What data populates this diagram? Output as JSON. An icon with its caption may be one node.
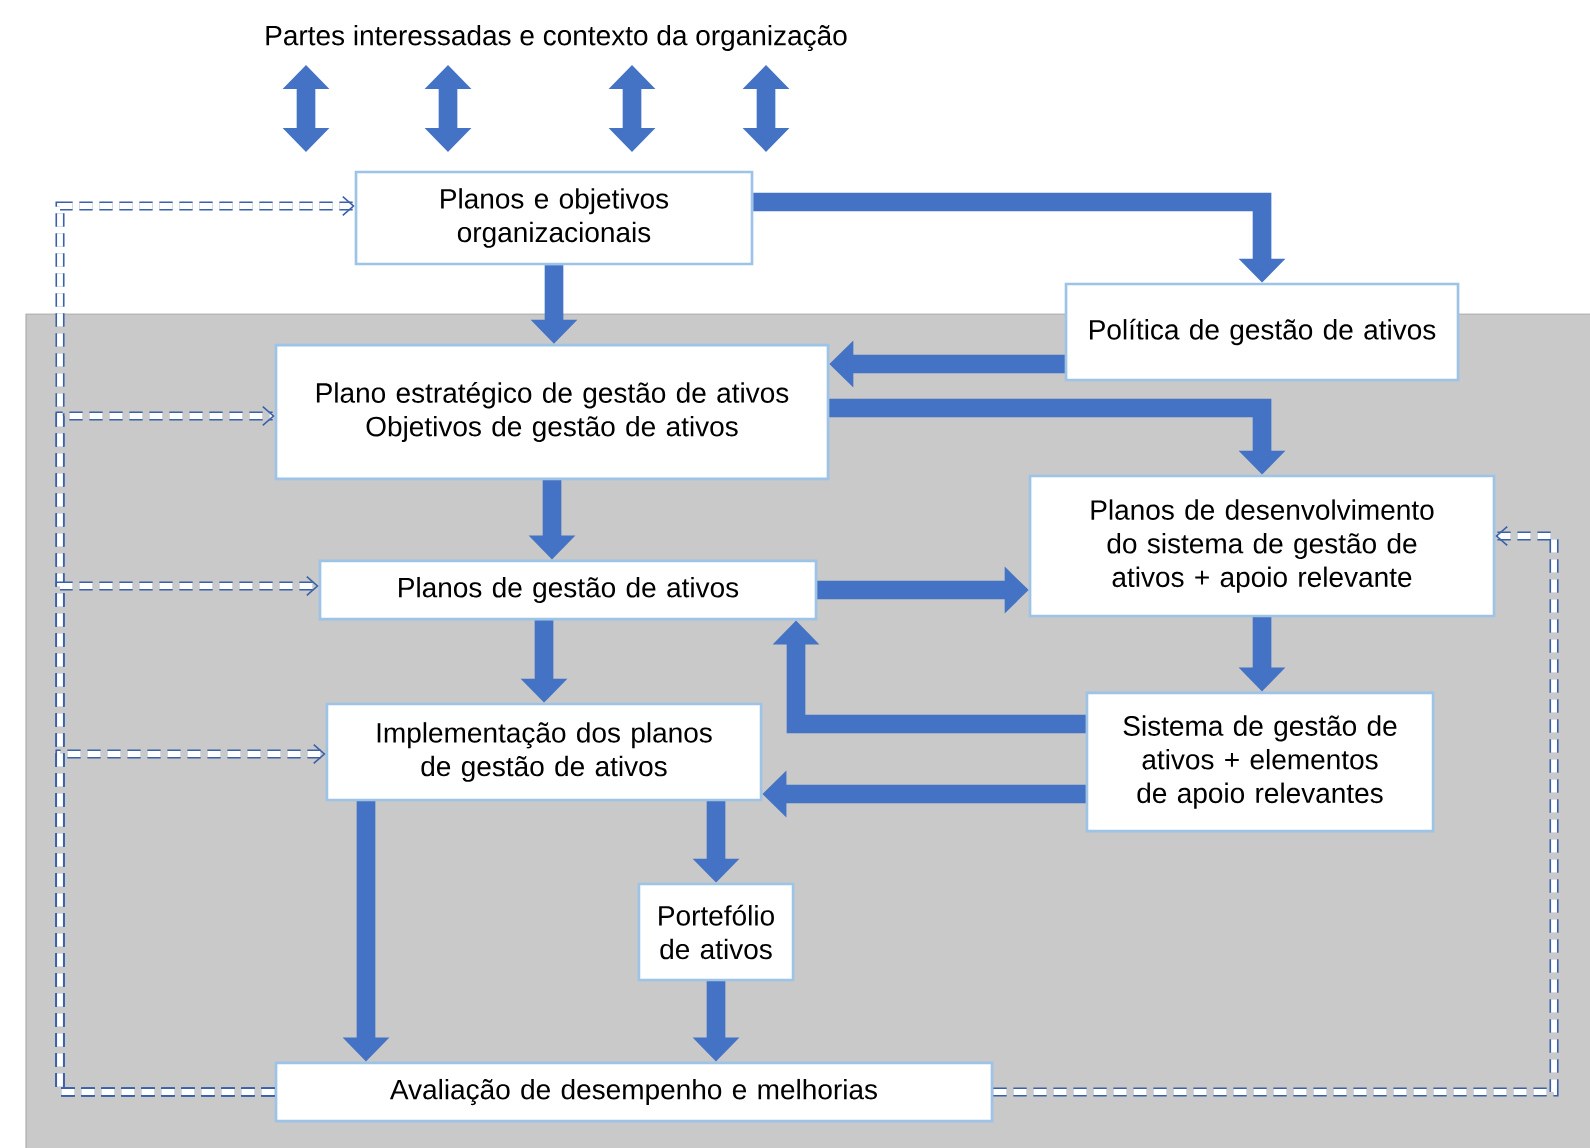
{
  "diagram": {
    "nodes": [
      {
        "text": [
          "Partes interessadas e contexto da organização"
        ]
      },
      {
        "text": [
          "Planos e objetivos organizacionais"
        ]
      },
      {
        "text": [
          "Política de gestão de ativos"
        ]
      },
      {
        "text": [
          "Plano estratégico de gestão de ativos",
          "Objetivos de gestão de ativos"
        ]
      },
      {
        "text": [
          "Planos de desenvolvimento do sistema de gestão de ativos + apoio relevante"
        ]
      },
      {
        "text": [
          "Planos de gestão de ativos"
        ]
      },
      {
        "text": [
          "Sistema de gestão de ativos + elementos de apoio relevantes"
        ]
      },
      {
        "text": [
          "Implementação dos planos de gestão de ativos"
        ]
      },
      {
        "text": [
          "Portefólio de ativos"
        ]
      },
      {
        "text": [
          "Avaliação de desempenho e melhorias"
        ]
      }
    ],
    "edges": [
      {
        "from": 0,
        "to": null,
        "arrow": "both"
      },
      {
        "from": 0,
        "to": null,
        "arrow": "both"
      },
      {
        "from": 0,
        "to": null,
        "arrow": "both"
      },
      {
        "from": 0,
        "to": null,
        "arrow": "both"
      },
      {
        "from": 1,
        "to": 2,
        "arrow": "to"
      },
      {
        "from": 1,
        "to": 3,
        "arrow": "to"
      },
      {
        "from": 2,
        "to": 3,
        "arrow": "to"
      },
      {
        "from": 3,
        "to": 4,
        "arrow": "to"
      },
      {
        "from": 3,
        "to": 5,
        "arrow": "to"
      },
      {
        "from": 5,
        "to": 4,
        "arrow": "to"
      },
      {
        "from": 4,
        "to": 6,
        "arrow": "to"
      },
      {
        "from": 6,
        "to": 5,
        "arrow": "to"
      },
      {
        "from": 6,
        "to": 7,
        "arrow": "to"
      },
      {
        "from": 5,
        "to": 7,
        "arrow": "to"
      },
      {
        "from": 7,
        "to": 9,
        "arrow": "to"
      },
      {
        "from": 7,
        "to": 8,
        "arrow": "to"
      },
      {
        "from": 8,
        "to": 9,
        "arrow": "to"
      },
      {
        "from": 9,
        "to": 1,
        "arrow": "to",
        "style": "dashed"
      },
      {
        "from": 9,
        "to": 3,
        "arrow": "to",
        "style": "dashed"
      },
      {
        "from": 9,
        "to": 5,
        "arrow": "to",
        "style": "dashed"
      },
      {
        "from": 9,
        "to": 7,
        "arrow": "to",
        "style": "dashed"
      },
      {
        "from": 9,
        "to": 4,
        "arrow": "to",
        "style": "dashed"
      }
    ]
  }
}
